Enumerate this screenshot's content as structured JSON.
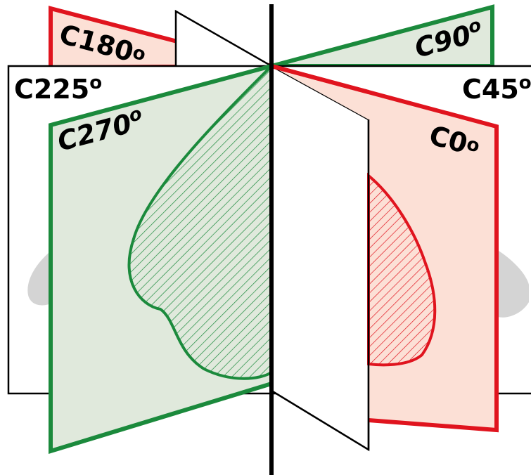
{
  "planes": {
    "c0": {
      "label": "C0",
      "degree": "o"
    },
    "c45": {
      "label": "C45",
      "degree": "o"
    },
    "c90": {
      "label": "C90",
      "degree": "o"
    },
    "c180": {
      "label": "C180",
      "degree": "o"
    },
    "c225": {
      "label": "C225",
      "degree": "o"
    },
    "c270": {
      "label": "C270",
      "degree": "o"
    }
  },
  "colors": {
    "red_stroke": "#e0141e",
    "red_fill": "#fce0d6",
    "green_stroke": "#1b8a3c",
    "green_fill": "#e0e9dc",
    "black": "#000000",
    "nose_gray": "#d4d4d4"
  }
}
